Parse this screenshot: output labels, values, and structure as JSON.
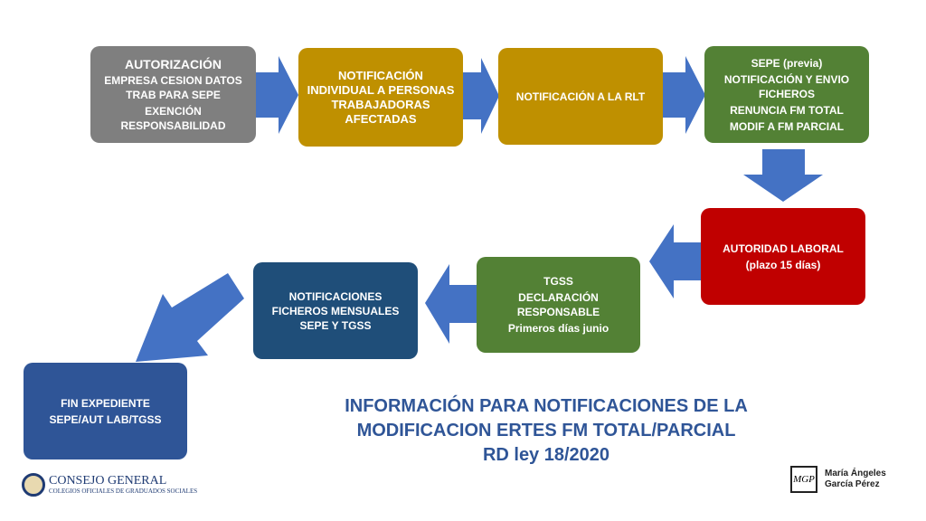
{
  "boxes": {
    "autorizacion": {
      "title": "AUTORIZACIÓN",
      "line1": "EMPRESA CESION DATOS TRAB PARA SEPE",
      "line2": "EXENCIÓN RESPONSABILIDAD",
      "color": "#7f7f7f"
    },
    "notif_individual": {
      "text": "NOTIFICACIÓN INDIVIDUAL A PERSONAS TRABAJADORAS AFECTADAS",
      "color": "#bf9000"
    },
    "notif_rlt": {
      "text": "NOTIFICACIÓN A LA RLT",
      "color": "#bf9000"
    },
    "sepe": {
      "line1": "SEPE  (previa)",
      "line2": "NOTIFICACIÓN  Y ENVIO FICHEROS",
      "line3": "RENUNCIA FM TOTAL",
      "line4": "MODIF A  FM PARCIAL",
      "color": "#538135"
    },
    "autoridad": {
      "line1": "AUTORIDAD LABORAL",
      "line2": "(plazo 15 días)",
      "color": "#c00000"
    },
    "tgss": {
      "line1": "TGSS",
      "line2": "DECLARACIÓN RESPONSABLE",
      "line3": "Primeros días junio",
      "color": "#538135"
    },
    "ficheros": {
      "text": "NOTIFICACIONES FICHEROS MENSUALES SEPE Y TGSS",
      "color": "#1f4e79"
    },
    "fin": {
      "line1": "FIN EXPEDIENTE",
      "line2": "SEPE/AUT LAB/TGSS",
      "color": "#2f5597"
    }
  },
  "arrow_color": "#4472c4",
  "title": {
    "line1": "INFORMACIÓN PARA NOTIFICACIONES DE LA",
    "line2": "MODIFICACION ERTES FM TOTAL/PARCIAL",
    "line3": "RD ley 18/2020"
  },
  "logos": {
    "left": {
      "name": "CONSEJO GENERAL",
      "sub": "COLEGIOS OFICIALES DE GRADUADOS SOCIALES"
    },
    "right": {
      "mark": "MGP",
      "name1": "María Ángeles",
      "name2": "García Pérez"
    }
  }
}
